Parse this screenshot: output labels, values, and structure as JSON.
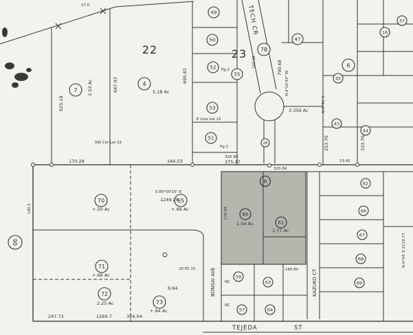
{
  "colors": {
    "ink": "#35332f",
    "paper": "#f3f2ed",
    "shade": "#b6b5ae"
  },
  "sections": {
    "s22": "22",
    "s23": "23"
  },
  "streets": {
    "tech": "TECH CR",
    "kazuko": "KAZUKO CT",
    "bonsai": "BONSAI AVE",
    "tejeda": "TEJEDA",
    "tejeda_st": "ST"
  },
  "parcels": {
    "p4": "4",
    "p6": "6",
    "p7": "7",
    "p8": "8",
    "p16": "16",
    "p26": "26",
    "p37": "37",
    "p43": "43",
    "p44": "44",
    "p45": "45",
    "p47": "47",
    "p49": "49",
    "p50": "50",
    "p51": "51",
    "p52": "52",
    "p53": "53",
    "p55": "55",
    "p57": "57",
    "p59": "59",
    "p60": "60",
    "p61": "61",
    "p62": "62",
    "p63": "63",
    "p64": "64",
    "p65": "65",
    "p66": "66",
    "p67": "67",
    "p68": "68",
    "p69": "69",
    "p70": "70",
    "p71": "71",
    "p72": "72",
    "p73": "73",
    "p78": "78",
    "p90": "90"
  },
  "acreages": {
    "a7": "2.53 Ac",
    "a4": "5.18 Ac",
    "a3356": "3.356 Ac",
    "a50": "+.50 Ac",
    "a99": "+.99 Ac",
    "a66": "+.66 Ac",
    "a225": "2.25 Ac",
    "a94": "+.94 Ac",
    "a104": "1.04 Ac",
    "a177": "1.77 Ac"
  },
  "dimensions": {
    "d625_18": "625.18",
    "d647_93": "647.93",
    "d695_82": "695.82",
    "d160_62": "160.62",
    "d790_68": "790.68",
    "d253_70": "253.70",
    "d333_70": "333.70",
    "d13_42": "13.42",
    "d170_28": "170.28",
    "d344_53": "344.53",
    "d326_99": "326.99",
    "d375_47": "375.47",
    "d1249_26": "1249.26",
    "d247_73": "247.73",
    "d1269_7": "1269.7",
    "d324_04": "324.04",
    "d20_65": "20.65 22",
    "d9_64": "9.64",
    "d170_84": "170.84",
    "d320_84": "320.84",
    "d160_80": "160.80",
    "d190_5": "190.5",
    "d17_0": "17.0"
  },
  "bearings": {
    "b_s895915": "S 89°59'15\" E",
    "b_n00243": "N 0°02'43\" W",
    "b_n045": "N 0°45' E",
    "b_n004": "N 0°04' E 2119.77"
  },
  "notes": {
    "sw_cor": "SW Cor Lot 22",
    "e_line": "E Line Lot 22",
    "pg2": "Pg 2",
    "nc": "NC"
  }
}
